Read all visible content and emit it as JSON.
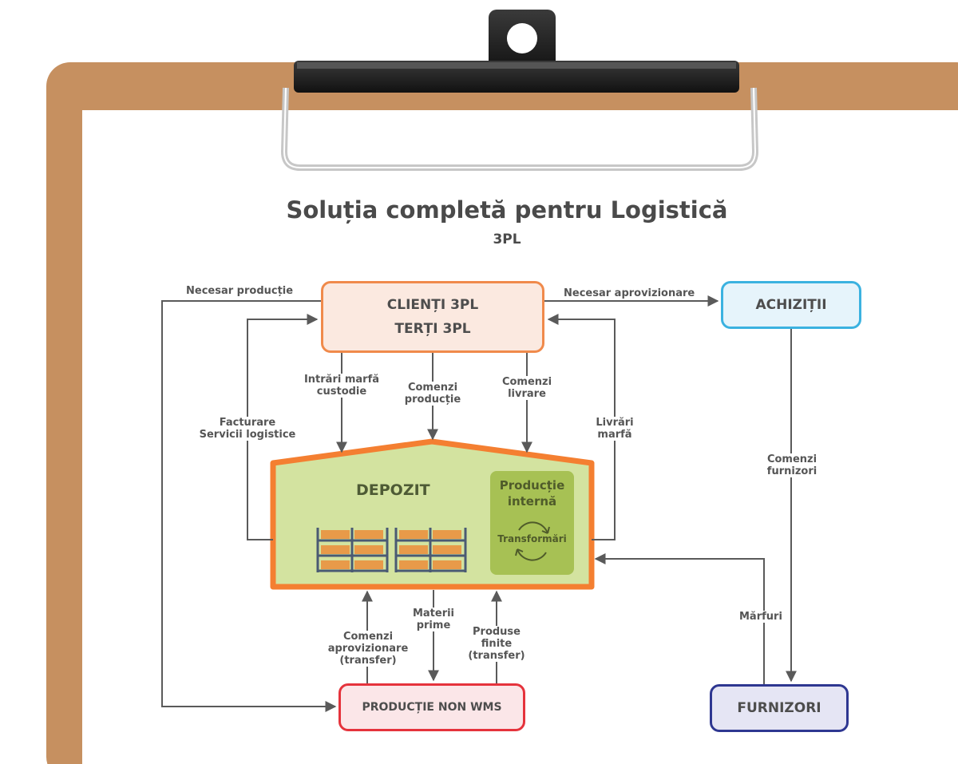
{
  "title": "Soluția completă pentru Logistică",
  "subtitle": "3PL",
  "nodes": {
    "clienti_line1": "CLIENȚI 3PL",
    "clienti_line2": "TERȚI 3PL",
    "achizitii": "ACHIZIȚII",
    "depozit": "DEPOZIT",
    "productie_interna": "Producție internă",
    "transformari": "Transformări",
    "productie_non_wms": "PRODUCȚIE NON WMS",
    "furnizori": "FURNIZORI"
  },
  "edges": {
    "necesar_productie": "Necesar producție",
    "necesar_aprovizionare": "Necesar  aprovizionare",
    "intrari_marfa": [
      "Intrări marfă",
      "custodie"
    ],
    "comenzi_productie": [
      "Comenzi",
      "producție"
    ],
    "comenzi_livrare": [
      "Comenzi",
      "livrare"
    ],
    "facturare": [
      "Facturare",
      "Servicii logistice"
    ],
    "livrari_marfa": [
      "Livrări",
      "marfă"
    ],
    "comenzi_furnizori": [
      "Comenzi",
      "furnizori"
    ],
    "marfuri": "Mărfuri",
    "comenzi_aprovizionare": [
      "Comenzi",
      "aprovizionare",
      "(transfer)"
    ],
    "materii_prime": [
      "Materii",
      "prime"
    ],
    "produse_finite": [
      "Produse",
      "finite",
      "(transfer)"
    ]
  },
  "colors": {
    "clipboard_board": "#c69060",
    "clipboard_clip": "#1e1e1e",
    "clienti_border": "#f08a4b",
    "achizitii_border": "#3bb2e0",
    "productie_border": "#e5333c",
    "furnizori_border": "#2e3791",
    "depozit_fill": "#d3e3a0",
    "depozit_border": "#f47f31",
    "arrow": "#5a5a5a"
  }
}
